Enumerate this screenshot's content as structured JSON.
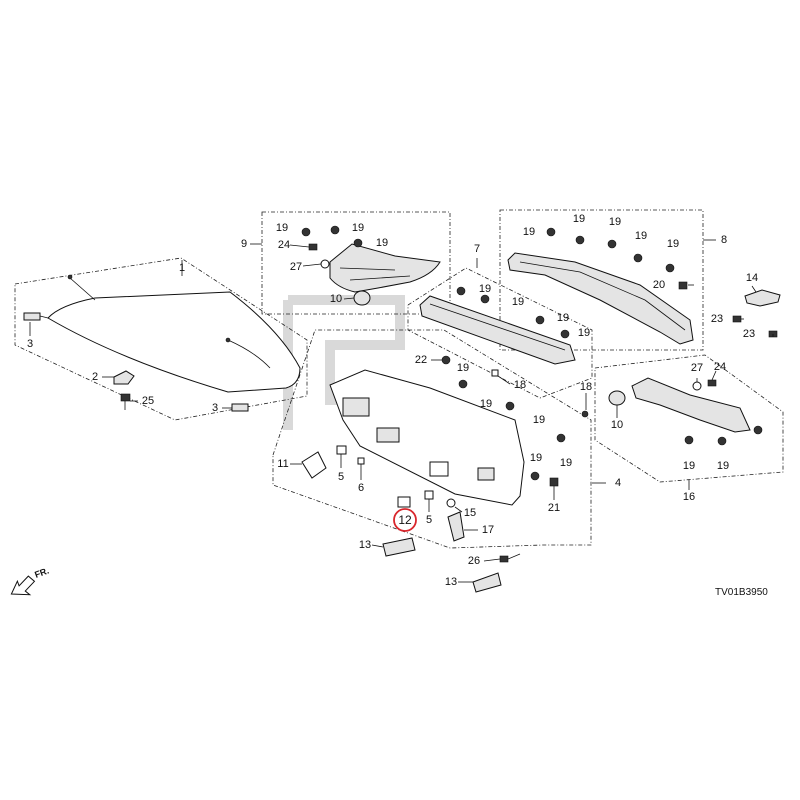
{
  "diagram": {
    "diagram_code": "TV01B3950",
    "front_marker": "FR.",
    "highlighted_callout": "12",
    "highlight_color": "#d9262c",
    "callouts": {
      "c1": "1",
      "c2": "2",
      "c3a": "3",
      "c3b": "3",
      "c4": "4",
      "c5a": "5",
      "c5b": "5",
      "c6": "6",
      "c7": "7",
      "c8": "8",
      "c9": "9",
      "c10a": "10",
      "c10b": "10",
      "c11": "11",
      "c12": "12",
      "c13a": "13",
      "c13b": "13",
      "c14": "14",
      "c15": "15",
      "c16": "16",
      "c17": "17",
      "c18a": "18",
      "c18b": "18",
      "c19_1": "19",
      "c19_2": "19",
      "c19_3": "19",
      "c19_4": "19",
      "c19_5": "19",
      "c19_6": "19",
      "c19_7": "19",
      "c19_8": "19",
      "c19_9": "19",
      "c19_10": "19",
      "c19_11": "19",
      "c19_12": "19",
      "c19_13": "19",
      "c19_14": "19",
      "c19_15": "19",
      "c19_16": "19",
      "c19_17": "19",
      "c19_18": "19",
      "c19_19": "19",
      "c20": "20",
      "c21": "21",
      "c22": "22",
      "c23a": "23",
      "c23b": "23",
      "c24a": "24",
      "c24b": "24",
      "c25": "25",
      "c26": "26",
      "c27a": "27",
      "c27b": "27"
    }
  }
}
